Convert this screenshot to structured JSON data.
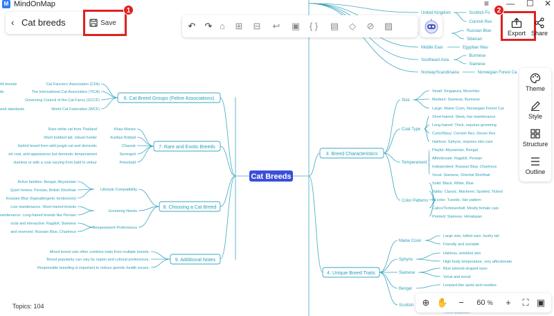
{
  "app": {
    "title": "MindOnMap",
    "logo_letter": "M"
  },
  "window": {
    "menu": "≡",
    "minimize": "—",
    "maximize": "☐",
    "close": "✕"
  },
  "file": {
    "name": "Cat breeds",
    "save_label": "Save"
  },
  "badges": [
    "1",
    "2"
  ],
  "toolbar": {
    "icons": [
      "undo-icon",
      "redo-icon",
      "format-painter-icon",
      "insert-topic-icon",
      "insert-subtopic-icon",
      "relation-icon",
      "summary-icon",
      "boundary-icon",
      "note-icon",
      "tag-icon",
      "link-icon",
      "image-icon"
    ],
    "glyphs": [
      "↶",
      "↷",
      "⌂",
      "⊞",
      "⊟",
      "↩",
      "▣",
      "{ }",
      "▤",
      "◇",
      "⊘",
      "▨"
    ]
  },
  "actions": {
    "export_label": "Export",
    "share_label": "Share"
  },
  "right_panel": [
    {
      "label": "Theme",
      "icon": "palette-icon"
    },
    {
      "label": "Style",
      "icon": "pen-icon"
    },
    {
      "label": "Structure",
      "icon": "structure-icon"
    },
    {
      "label": "Outline",
      "icon": "outline-icon"
    }
  ],
  "footer": {
    "topics_label": "Topics:",
    "topics_count": "104",
    "zoom_value": "60",
    "zoom_unit": "%"
  },
  "colors": {
    "accent": "#2f7df6",
    "branch": "#3aa6c1",
    "highlight": "#e02020",
    "central": "#3b4fd8"
  },
  "mindmap": {
    "central": "Cat Breeds",
    "left_branches": [
      {
        "title": "6. Cat Breed Groups (Feline Associations)",
        "items": [
          {
            "text": "Cat Fanciers' Association (CFA)",
            "note": "44 breeds"
          },
          {
            "text": "The International Cat Association (TICA)",
            "note": "ds"
          },
          {
            "text": "Governing Council of the Cat Fancy (GCCF)",
            "note": ""
          },
          {
            "text": "World Cat Federation (WCF)",
            "note": "eed standards"
          }
        ]
      },
      {
        "title": "7. Rare and Exotic Breeds",
        "items": [
          {
            "text": "Khao Manee",
            "note": "Rare white cat from Thailand"
          },
          {
            "text": "Kurilian Bobtail",
            "note": "Short bobbed tail, robust hunter"
          },
          {
            "text": "Chausie",
            "note": "Hybrid breed from wild jungle cat and domestic"
          },
          {
            "text": "Serengeti",
            "note": "ed coat, wild appearance but domestic temperament"
          },
          {
            "text": "Peterbald",
            "note": "Hairless or with a coat varying from bald to velour"
          }
        ]
      },
      {
        "title": "8. Choosing a Cat Breed",
        "items": [
          {
            "text": "Lifestyle Compatibility",
            "notes": [
              "Active families: Bengal, Abyssinian",
              "Quiet homes: Persian, British Shorthair",
              "Russian Blue (hypoallergenic tendencies)"
            ]
          },
          {
            "text": "Grooming Needs",
            "notes": [
              "Low maintenance: Short-haired breeds",
              "maintenance: Long-haired breeds like Persian"
            ]
          },
          {
            "text": "Temperament Preferences",
            "notes": [
              "ocial and interactive: Ragdoll, Siamese",
              "and reserved: Russian Blue, Chartreux"
            ]
          }
        ]
      },
      {
        "title": "9. Additional Notes",
        "items": [
          {
            "text": "Mixed breed cats often combine traits from multiple breeds."
          },
          {
            "text": "Breed popularity can vary by region and cultural preferences."
          },
          {
            "text": "Responsible breeding is important to reduce genetic health issues."
          }
        ]
      }
    ],
    "right_top": {
      "groups": [
        {
          "text": "United Kingdom",
          "notes": [
            "Scottish Fo",
            "Cornish Rex"
          ]
        },
        {
          "text": "",
          "notes": [
            "Russian Blue",
            "Siberian"
          ]
        },
        {
          "text": "Middle East",
          "notes": [
            "Egyptian Mau"
          ]
        },
        {
          "text": "Southeast Asia",
          "notes": [
            "Burmese",
            "Siamese"
          ]
        },
        {
          "text": "Norway/Scandinavia",
          "notes": [
            "Norwegian Forest Ca"
          ]
        }
      ]
    },
    "right_branches": [
      {
        "title": "3. Breed Characteristics",
        "items": [
          {
            "text": "Size",
            "notes": [
              "Small: Singapura, Munchkin",
              "Medium: Siamese, Burmese",
              "Large: Maine Coon, Norwegian Forest Cat"
            ]
          },
          {
            "text": "Coat Type",
            "notes": [
              "Short-haired: Sleek, low maintenance",
              "Long-haired: Thick, requires grooming",
              "Curly/Wavy: Cornish Rex, Devon Rex",
              "Hairless: Sphynx, requires skin care"
            ]
          },
          {
            "text": "Temperament",
            "notes": [
              "Playful: Abyssinian, Bengal",
              "Affectionate: Ragdoll, Persian",
              "Independent: Russian Blue, Chartreux",
              "Vocal: Siamese, Oriental Shorthair"
            ]
          },
          {
            "text": "Color Patterns",
            "notes": [
              "Solid: Black, White, Blue",
              "Tabby: Classic, Mackerel, Spotted, Ticked",
              "Bi-color: Tuxedo, Van pattern",
              "Calico/Tortoiseshell: Mostly female cats",
              "Pointed: Siamese, Himalayan"
            ]
          }
        ]
      },
      {
        "title": "4. Unique Breed Traits",
        "items": [
          {
            "text": "Maine Coon",
            "notes": [
              "Large size, tufted ears, bushy tail",
              "Friendly and sociable"
            ]
          },
          {
            "text": "Sphynx",
            "notes": [
              "Hairless, wrinkled skin",
              "High body temperature, very affectionate"
            ]
          },
          {
            "text": "Siamese",
            "notes": [
              "Blue almond-shaped eyes",
              "Vocal and social"
            ]
          },
          {
            "text": "Bengal",
            "notes": [
              "Leopard-like spots and rosettes"
            ]
          },
          {
            "text": "Scottish",
            "notes": [
              "...and adaptable"
            ]
          }
        ]
      }
    ]
  }
}
